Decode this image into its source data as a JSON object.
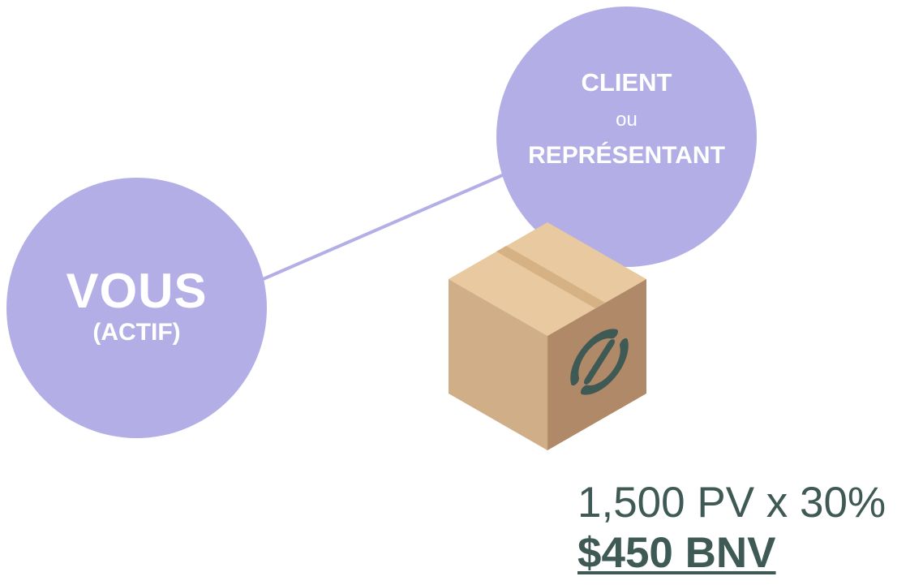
{
  "nodes": {
    "you": {
      "title": "VOUS",
      "subtitle": "(ACTIF)"
    },
    "client": {
      "line1": "CLIENT",
      "line2": "ou",
      "line3": "REPRÉSENTANT"
    }
  },
  "calculation": {
    "formula": "1,500 PV x 30%",
    "result": "$450 BNV"
  },
  "colors": {
    "circle": "#b3aee6",
    "connector": "#b3aee6",
    "circle_text": "#ffffff",
    "calc_text": "#3f5a55",
    "box_top": "#e8c9a0",
    "box_left": "#cfae88",
    "box_right": "#b08a68",
    "box_logo": "#3f5a55"
  },
  "icons": {
    "box": "package-box-icon",
    "logo": "circular-arrows-logo-icon"
  }
}
